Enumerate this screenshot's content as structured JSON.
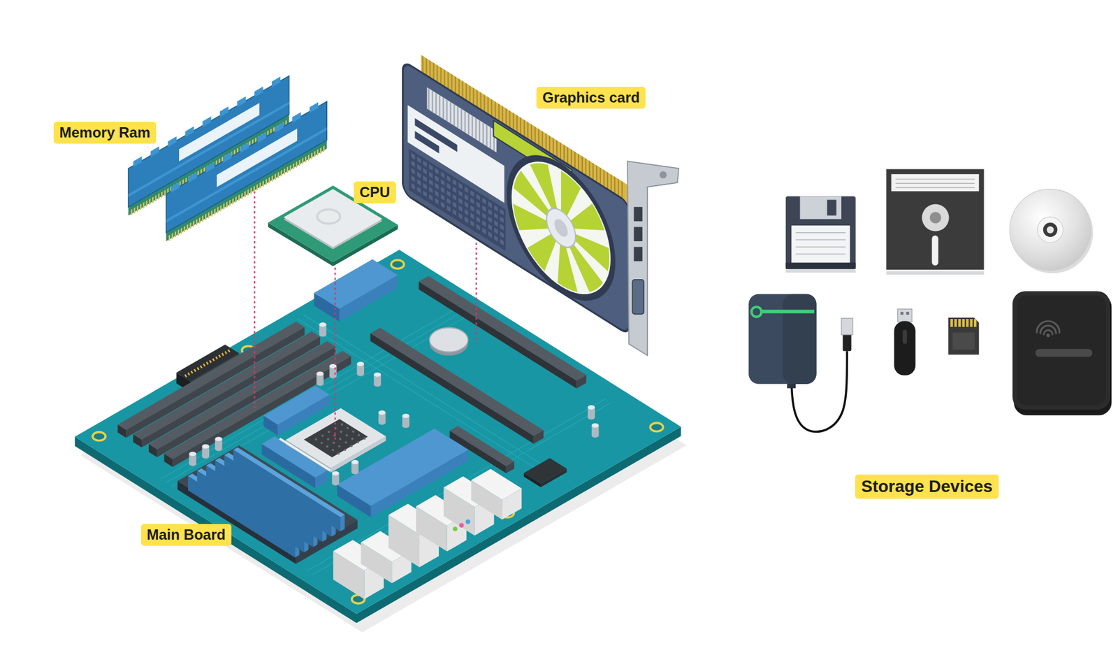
{
  "diagram": {
    "nodes": [
      {
        "text": [
          "Graphics card"
        ]
      },
      {
        "text": [
          "Memory Ram"
        ]
      },
      {
        "text": [
          "CPU"
        ]
      },
      {
        "text": [
          "Storage Devices"
        ]
      },
      {
        "text": [
          "Main Board"
        ]
      }
    ]
  }
}
